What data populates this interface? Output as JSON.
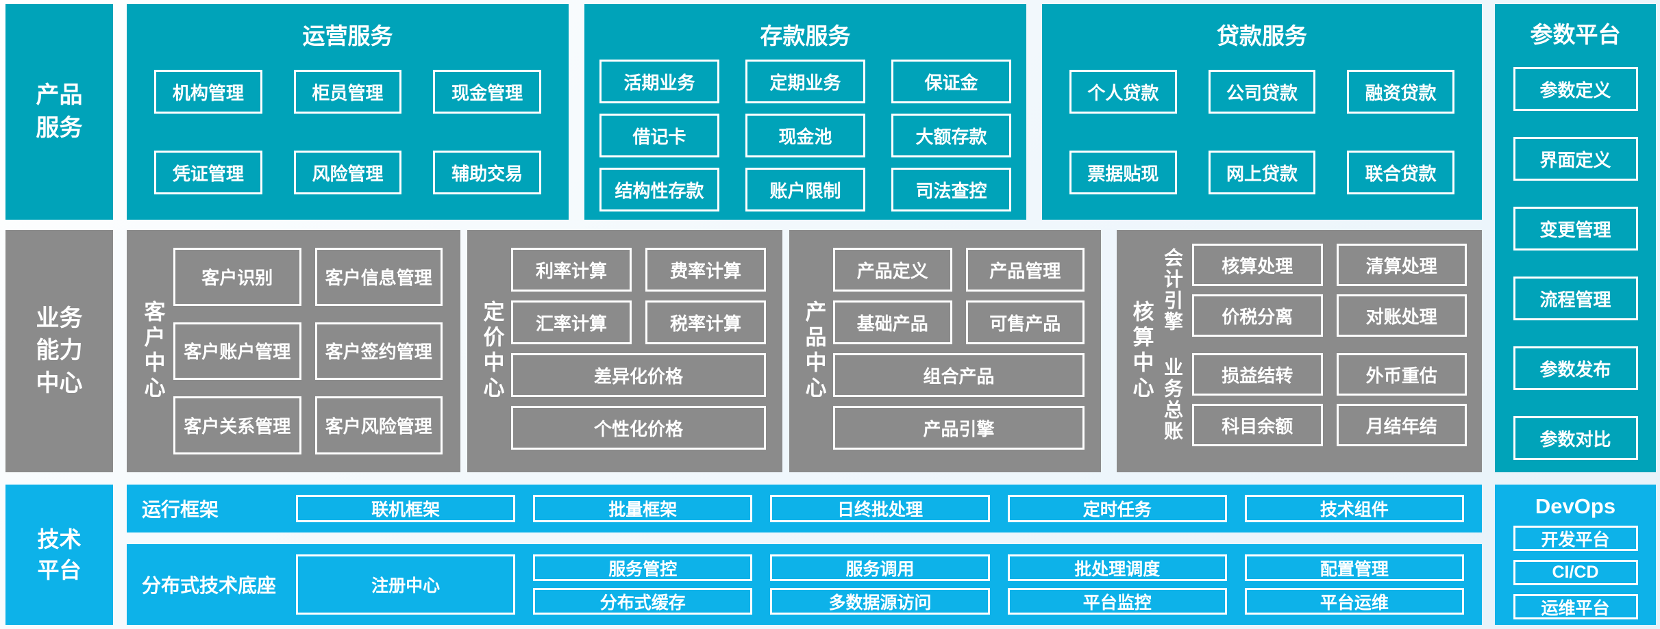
{
  "colors": {
    "teal": "#00a3b9",
    "gray": "#8b8b8b",
    "blue": "#0db2e9",
    "text_on_block": "#ffffff"
  },
  "rails": {
    "product_services": "产品\n服务",
    "business_capability": "业务\n能力\n中心",
    "tech_platform": "技术\n平台"
  },
  "product_row": {
    "operations": {
      "title": "运营服务",
      "items": [
        "机构管理",
        "柜员管理",
        "现金管理",
        "凭证管理",
        "风险管理",
        "辅助交易"
      ]
    },
    "deposits": {
      "title": "存款服务",
      "items": [
        "活期业务",
        "定期业务",
        "保证金",
        "借记卡",
        "现金池",
        "大额存款",
        "结构性存款",
        "账户限制",
        "司法查控"
      ]
    },
    "loans": {
      "title": "贷款服务",
      "items": [
        "个人贷款",
        "公司贷款",
        "融资贷款",
        "票据贴现",
        "网上贷款",
        "联合贷款"
      ]
    }
  },
  "params_platform": {
    "title": "参数平台",
    "items": [
      "参数定义",
      "界面定义",
      "变更管理",
      "流程管理",
      "参数发布",
      "参数对比"
    ]
  },
  "capability_row": {
    "customer": {
      "label": "客户中心",
      "items": [
        "客户识别",
        "客户信息管理",
        "客户账户管理",
        "客户签约管理",
        "客户关系管理",
        "客户风险管理"
      ]
    },
    "pricing": {
      "label": "定价中心",
      "grid": [
        "利率计算",
        "费率计算",
        "汇率计算",
        "税率计算"
      ],
      "wide": [
        "差异化价格",
        "个性化价格"
      ]
    },
    "product": {
      "label": "产品中心",
      "grid": [
        "产品定义",
        "产品管理",
        "基础产品",
        "可售产品"
      ],
      "wide": [
        "组合产品",
        "产品引擎"
      ]
    },
    "accounting": {
      "label": "核算中心",
      "groups": [
        {
          "label": "会计引擎",
          "items": [
            "核算处理",
            "清算处理",
            "价税分离",
            "对账处理"
          ]
        },
        {
          "label": "业务总账",
          "items": [
            "损益结转",
            "外币重估",
            "科目余额",
            "月结年结"
          ]
        }
      ]
    }
  },
  "tech_row": {
    "runtime": {
      "label": "运行框架",
      "items": [
        "联机框架",
        "批量框架",
        "日终批处理",
        "定时任务",
        "技术组件"
      ]
    },
    "distributed": {
      "label": "分布式技术底座",
      "registry": "注册中心",
      "columns": [
        [
          "服务管控",
          "分布式缓存"
        ],
        [
          "服务调用",
          "多数据源访问"
        ],
        [
          "批处理调度",
          "平台监控"
        ],
        [
          "配置管理",
          "平台运维"
        ]
      ]
    },
    "devops": {
      "title": "DevOps",
      "items": [
        "开发平台",
        "CI/CD",
        "运维平台"
      ]
    }
  }
}
